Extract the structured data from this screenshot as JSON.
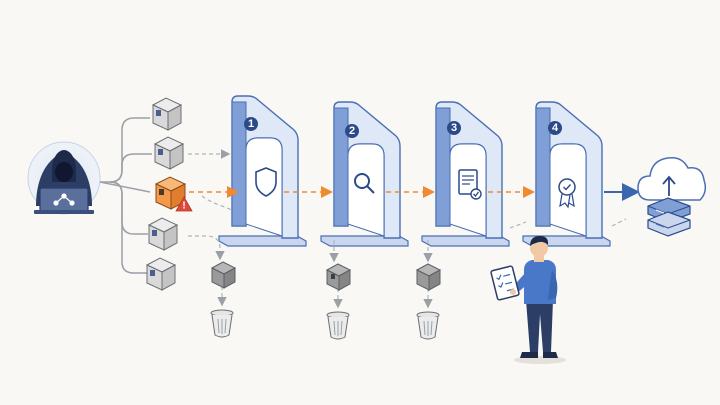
{
  "gates": [
    {
      "number": "1",
      "icon": "shield-icon"
    },
    {
      "number": "2",
      "icon": "magnifier-icon"
    },
    {
      "number": "3",
      "icon": "checked-document-icon"
    },
    {
      "number": "4",
      "icon": "certificate-badge-icon"
    }
  ],
  "warning": {
    "symbol": "!",
    "color": "#e04a3a"
  },
  "colors": {
    "background": "#f9f8f5",
    "gate_fill": "#dfe8f6",
    "gate_stroke": "#4a6fb3",
    "gate_front": "#7f9fd6",
    "flow_arrow": "#f08a30",
    "approved_arrow": "#3b66b0",
    "package_gray": "#d9d9d9",
    "package_flagged": "#f29a4a",
    "hacker": "#2c3e66",
    "person_shirt": "#4a78c9"
  }
}
